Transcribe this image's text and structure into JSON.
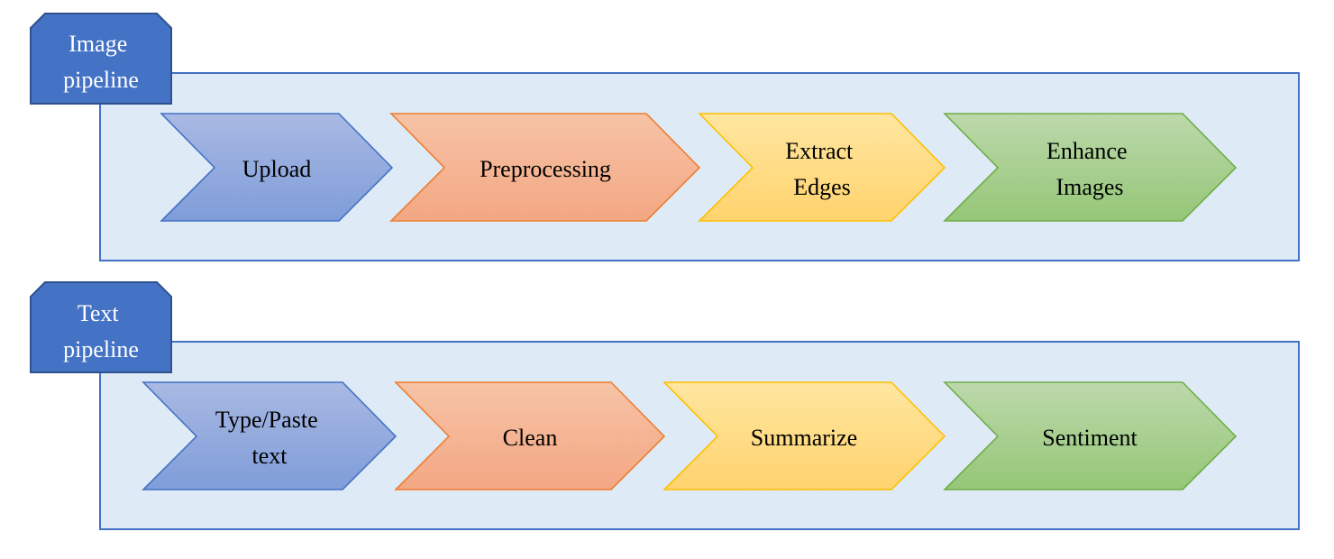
{
  "colors": {
    "lane_fill": "#deebf7",
    "lane_border": "#4472c4",
    "tab_fill": "#4472c4",
    "tab_text": "#ffffff",
    "step_blue": "#8faadc",
    "step_orange": "#f4b183",
    "step_yellow": "#ffd966",
    "step_green": "#a9d18e"
  },
  "pipelines": [
    {
      "title_lines": [
        "Image",
        "pipeline"
      ],
      "steps": [
        {
          "lines": [
            "Upload"
          ],
          "color": "blue"
        },
        {
          "lines": [
            "Preprocessing"
          ],
          "color": "orange"
        },
        {
          "lines": [
            "Extract",
            "Edges"
          ],
          "color": "yellow"
        },
        {
          "lines": [
            "Enhance",
            "Images"
          ],
          "color": "green"
        }
      ]
    },
    {
      "title_lines": [
        "Text",
        "pipeline"
      ],
      "steps": [
        {
          "lines": [
            "Type/Paste",
            "text"
          ],
          "color": "blue"
        },
        {
          "lines": [
            "Clean"
          ],
          "color": "orange"
        },
        {
          "lines": [
            "Summarize"
          ],
          "color": "yellow"
        },
        {
          "lines": [
            "Sentiment"
          ],
          "color": "green"
        }
      ]
    }
  ]
}
